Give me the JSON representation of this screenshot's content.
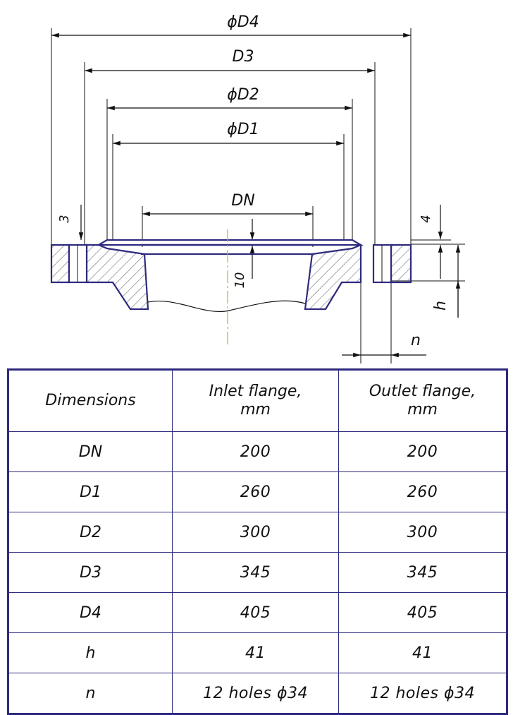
{
  "drawing": {
    "labels": {
      "d4": "ϕD4",
      "d3": "D3",
      "d2": "ϕD2",
      "d1": "ϕD1",
      "dn": "DN",
      "three": "3",
      "four": "4",
      "ten": "10",
      "h": "h",
      "n": "n"
    }
  },
  "table": {
    "headers": [
      "Dimensions",
      "Inlet flange,\nmm",
      "Outlet flange,\nmm"
    ],
    "rows": [
      {
        "name": "DN",
        "inlet": "200",
        "outlet": "200"
      },
      {
        "name": "D1",
        "inlet": "260",
        "outlet": "260"
      },
      {
        "name": "D2",
        "inlet": "300",
        "outlet": "300"
      },
      {
        "name": "D3",
        "inlet": "345",
        "outlet": "345"
      },
      {
        "name": "D4",
        "inlet": "405",
        "outlet": "405"
      },
      {
        "name": "h",
        "inlet": "41",
        "outlet": "41"
      },
      {
        "name": "n",
        "inlet": "12 holes ϕ34",
        "outlet": "12 holes ϕ34"
      }
    ]
  },
  "colors": {
    "outline": "#2e2a7e",
    "dimension": "#111111",
    "centerline": "#d4b030"
  }
}
